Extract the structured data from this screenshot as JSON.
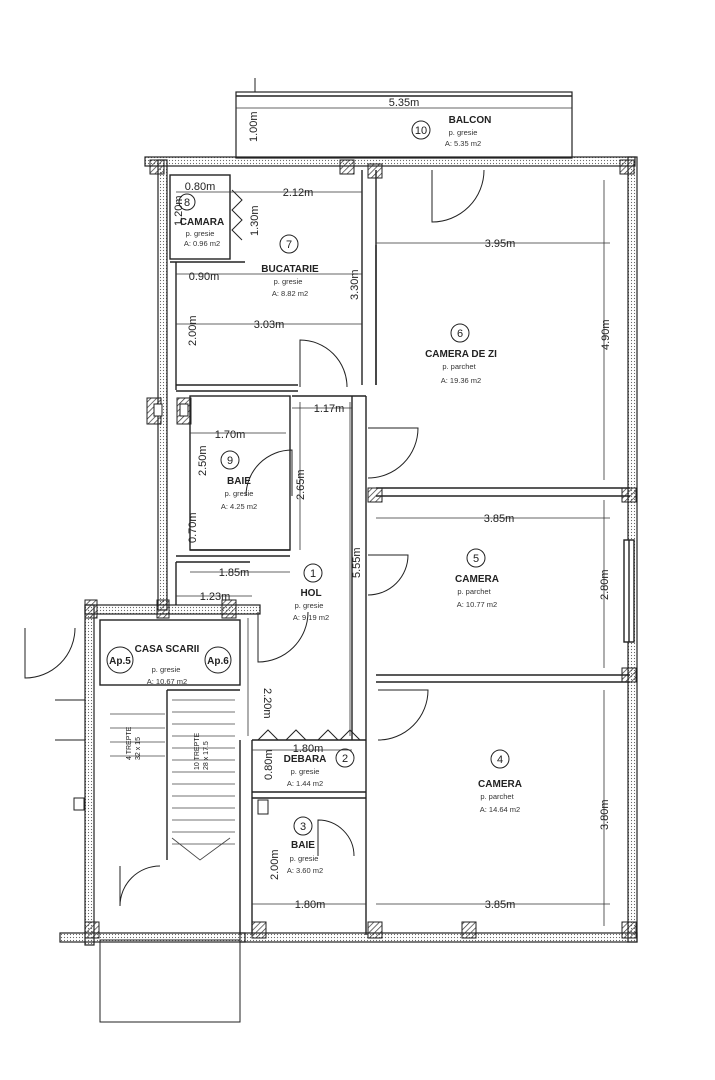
{
  "rooms": [
    {
      "number": "1",
      "name": "HOL",
      "floor": "p. gresie",
      "area": "A: 9.19 m2"
    },
    {
      "number": "2",
      "name": "DEBARA",
      "floor": "p. gresie",
      "area": "A: 1.44 m2"
    },
    {
      "number": "3",
      "name": "BAIE",
      "floor": "p. gresie",
      "area": "A: 3.60 m2"
    },
    {
      "number": "4",
      "name": "CAMERA",
      "floor": "p. parchet",
      "area": "A: 14.64 m2"
    },
    {
      "number": "5",
      "name": "CAMERA",
      "floor": "p. parchet",
      "area": "A: 10.77 m2"
    },
    {
      "number": "6",
      "name": "CAMERA DE ZI",
      "floor": "p. parchet",
      "area": "A: 19.36 m2"
    },
    {
      "number": "7",
      "name": "BUCATARIE",
      "floor": "p. gresie",
      "area": "A: 8.82 m2"
    },
    {
      "number": "8",
      "name": "CAMARA",
      "floor": "p. gresie",
      "area": "A: 0.96 m2"
    },
    {
      "number": "9",
      "name": "BAIE",
      "floor": "p. gresie",
      "area": "A: 4.25 m2"
    },
    {
      "number": "10",
      "name": "BALCON",
      "floor": "p. gresie",
      "area": "A: 5.35 m2"
    }
  ],
  "stairwell": {
    "name": "CASA SCARII",
    "floor": "p. gresie",
    "area": "A: 10.67 m2",
    "apt_left": "Ap.5",
    "apt_right": "Ap.6"
  },
  "stairs": [
    {
      "steps": "4 TREPTE",
      "size": "32 x 15"
    },
    {
      "steps": "10 TREPTE",
      "size": "28 x 17.5"
    }
  ],
  "dimensions": {
    "balcony_width": "5.35m",
    "balcony_depth": "1.00m",
    "camara_width": "0.80m",
    "camara_depth": "1.20m",
    "camara_height": "1.30m",
    "kitchen_width": "2.12m",
    "kitchen_lower": "0.90m",
    "kitchen_height": "3.30m",
    "kitchen_left": "2.00m",
    "kitchen_full": "3.03m",
    "living_width": "3.95m",
    "living_height": "4.90m",
    "hall_top": "1.17m",
    "bath_width": "1.70m",
    "bath_height": "2.50m",
    "bath_lower": "0.70m",
    "hall_mid": "2.65m",
    "hall_long": "5.55m",
    "hall_width": "1.85m",
    "hall_short": "1.23m",
    "hall_lower": "2.20m",
    "room5_width": "3.85m",
    "room5_height": "2.80m",
    "storage_width": "1.80m",
    "storage_height": "0.80m",
    "bath3_height": "2.00m",
    "bath3_width": "1.80m",
    "room4_height": "3.80m",
    "room4_width": "3.85m"
  }
}
